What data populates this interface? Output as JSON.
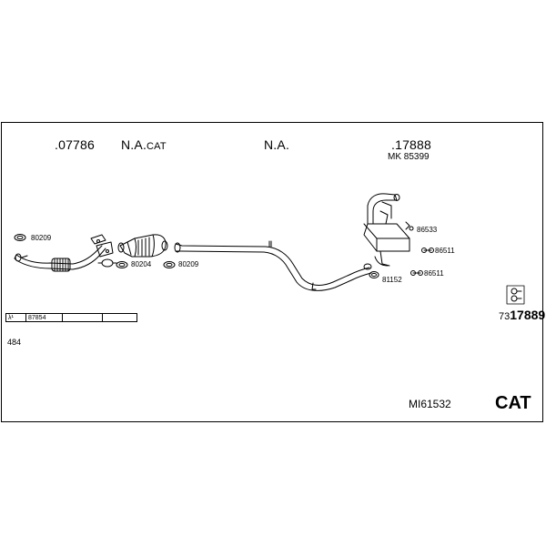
{
  "header_labels": {
    "part_a": ".07786",
    "part_b_main": "N.A.",
    "part_b_sub": "CAT",
    "part_c": "N.A.",
    "part_d": ".17888",
    "part_d_kit": "MK 85399"
  },
  "callouts": {
    "c80209_left": "80209",
    "c80204": "80204",
    "c80209_mid": "80209",
    "c86533": "86533",
    "c86511_a": "86511",
    "c86511_b": "86511",
    "c81152": "81152"
  },
  "legend": {
    "sensor_label": "λ¹",
    "sensor_part": "87854",
    "empty_1": "",
    "empty_2": ""
  },
  "ref_prefix": "73",
  "ref_main": "17889",
  "note": "484",
  "model_code": "MI61532",
  "type_label": "CAT",
  "icons": [
    "exhaust-mount-bracket-icon",
    "clamp-icon",
    "gasket-icon",
    "spring-bolt-icon"
  ]
}
